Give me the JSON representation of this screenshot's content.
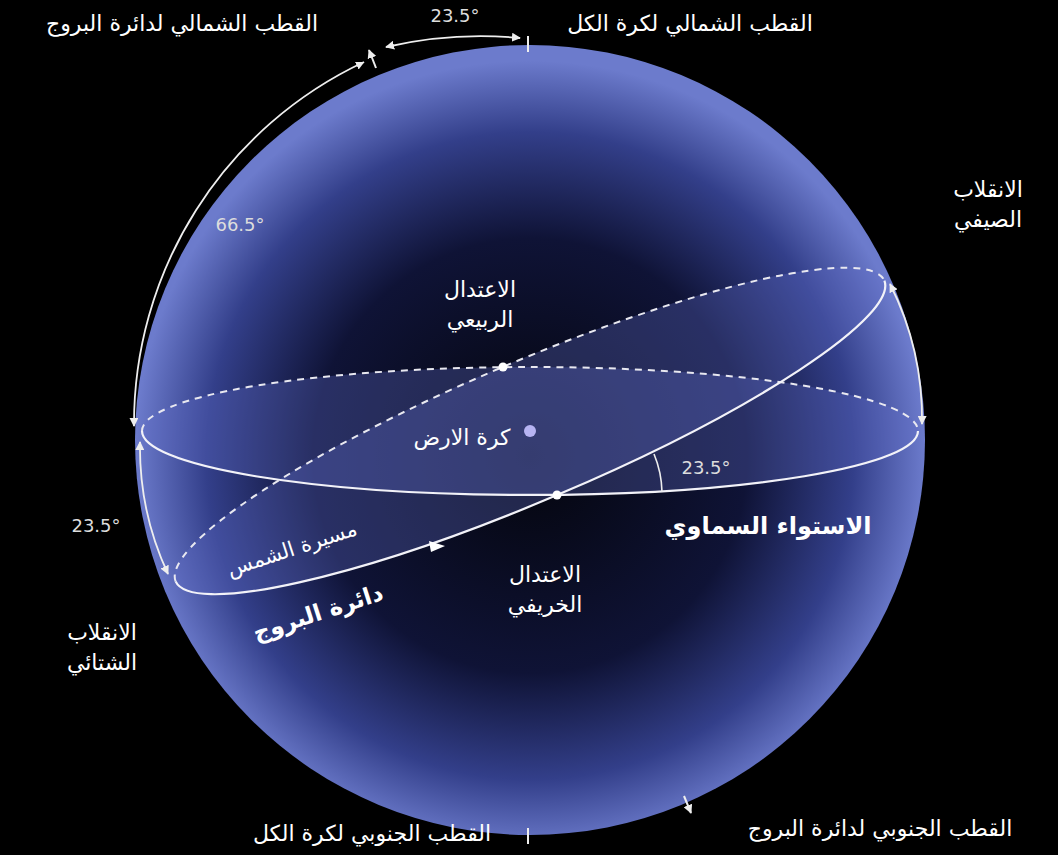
{
  "diagram": {
    "labels": [
      "القطب الشمالي لدائرة البروج",
      "23.5°",
      "القطب الشمالي لكرة الكل",
      "66.5°",
      "الانقلاب الصيفي",
      "الاعتدال الربيعي",
      "كرة الارض",
      "23.5°",
      "الاستواء السماوي",
      "23.5°",
      "مسيرة الشمس",
      "الاعتدال الخريفي",
      "دائرة البروج",
      "الانقلاب الشتائي",
      "القطب الجنوبي لكرة الكل",
      "القطب الجنوبي لدائرة البروج"
    ]
  }
}
